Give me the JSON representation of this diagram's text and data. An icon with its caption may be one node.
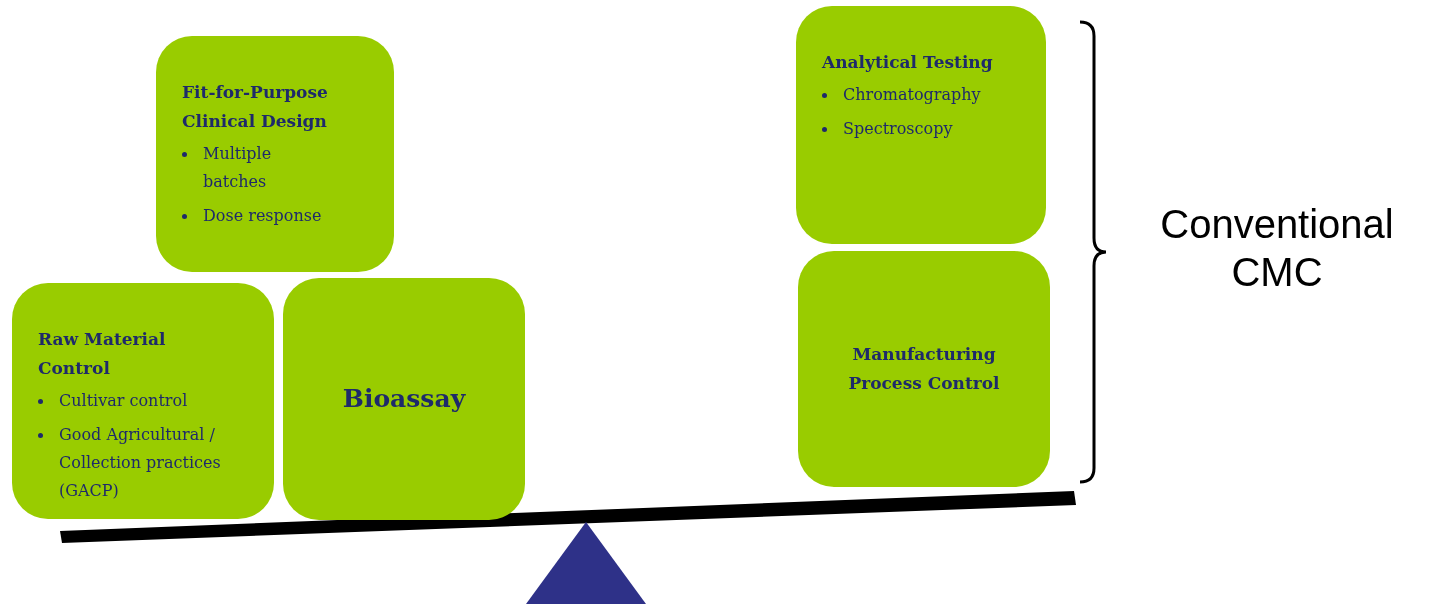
{
  "diagram": {
    "nodes": [
      {
        "text": [
          "Fit-for-Purpose Clinical Design",
          "Multiple batches",
          "Dose response"
        ]
      },
      {
        "text": [
          "Raw Material Control",
          "Cultivar control",
          "Good Agricultural / Collection practices (GACP)"
        ]
      },
      {
        "text": [
          "Bioassay"
        ]
      },
      {
        "text": [
          "Analytical Testing",
          "Chromatography",
          "Spectroscopy"
        ]
      },
      {
        "text": [
          "Manufacturing Process Control"
        ]
      }
    ],
    "labels": [
      "Conventional CMC"
    ]
  }
}
